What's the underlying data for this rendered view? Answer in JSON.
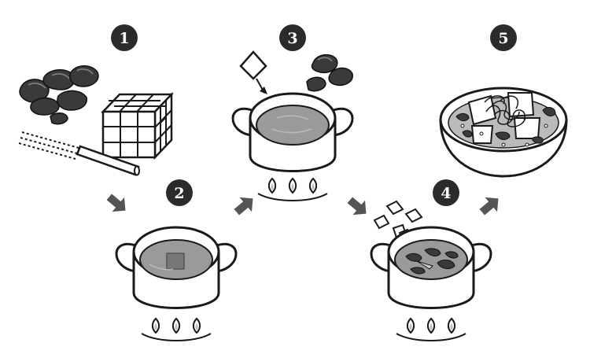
{
  "steps": [
    {
      "number": "1",
      "icon": "ingredients-icon"
    },
    {
      "number": "2",
      "icon": "pot-on-burner-icon"
    },
    {
      "number": "3",
      "icon": "pot-adding-ingredients-icon"
    },
    {
      "number": "4",
      "icon": "pot-adding-tofu-icon"
    },
    {
      "number": "5",
      "icon": "finished-bowl-icon"
    }
  ],
  "arrows": [
    "step1-to-step2",
    "step2-to-step3",
    "step3-to-step4",
    "step4-to-step5"
  ],
  "colors": {
    "ink": "#1a1a1a",
    "badge": "#2b2b2b",
    "liquid": "#9a9a9a",
    "arrow": "#555555",
    "background": "#ffffff"
  }
}
